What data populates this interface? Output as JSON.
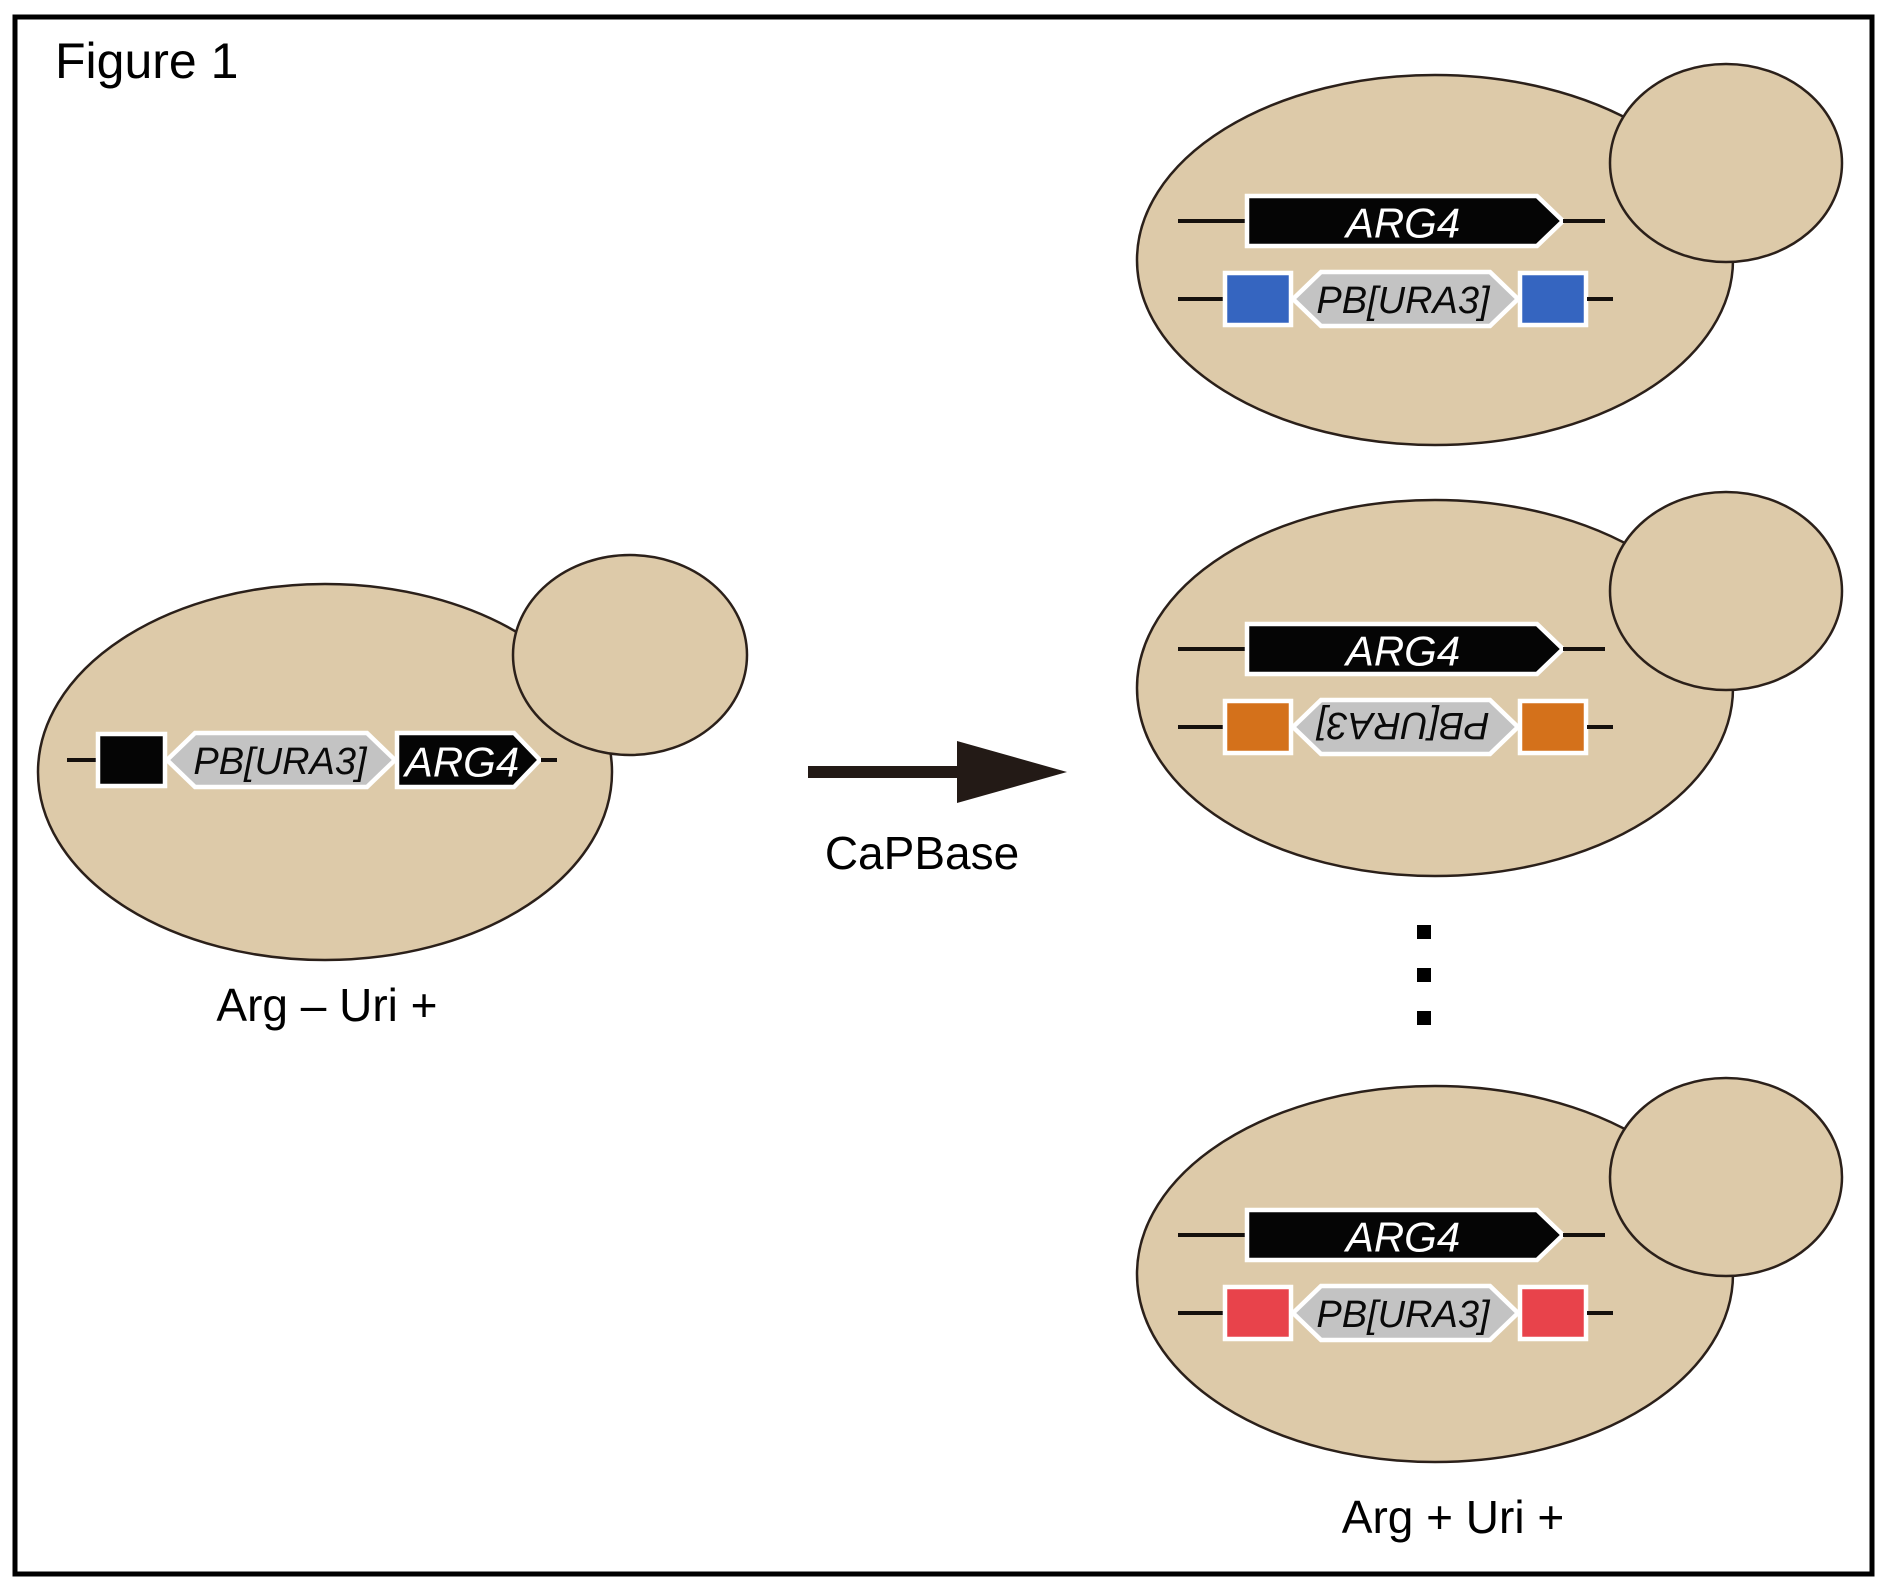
{
  "figure": {
    "title": "Figure 1"
  },
  "arrow": {
    "label": "CaPBase"
  },
  "left_cell": {
    "pb_label": "PB[URA3]",
    "arg_label": "ARG4",
    "phenotype": "Arg – Uri +"
  },
  "right_cells": [
    {
      "name": "integration-site-1",
      "box_color": "#3565c0",
      "arg_label": "ARG4",
      "pb_label": "PB[URA3]",
      "pb_inverted": false
    },
    {
      "name": "integration-site-2",
      "box_color": "#d4711b",
      "arg_label": "ARG4",
      "pb_label": "PB[URA3]",
      "pb_inverted": true
    },
    {
      "name": "integration-site-3",
      "box_color": "#e8434b",
      "arg_label": "ARG4",
      "pb_label": "PB[URA3]",
      "pb_inverted": false
    }
  ],
  "right_phenotype": "Arg + Uri +",
  "colors": {
    "cell_fill": "#ddcaa9",
    "pb_element_fill": "#c3c3c3",
    "gene_fill": "#050505",
    "blue": "#3565c0",
    "orange": "#d4711b",
    "red": "#e8434b"
  }
}
